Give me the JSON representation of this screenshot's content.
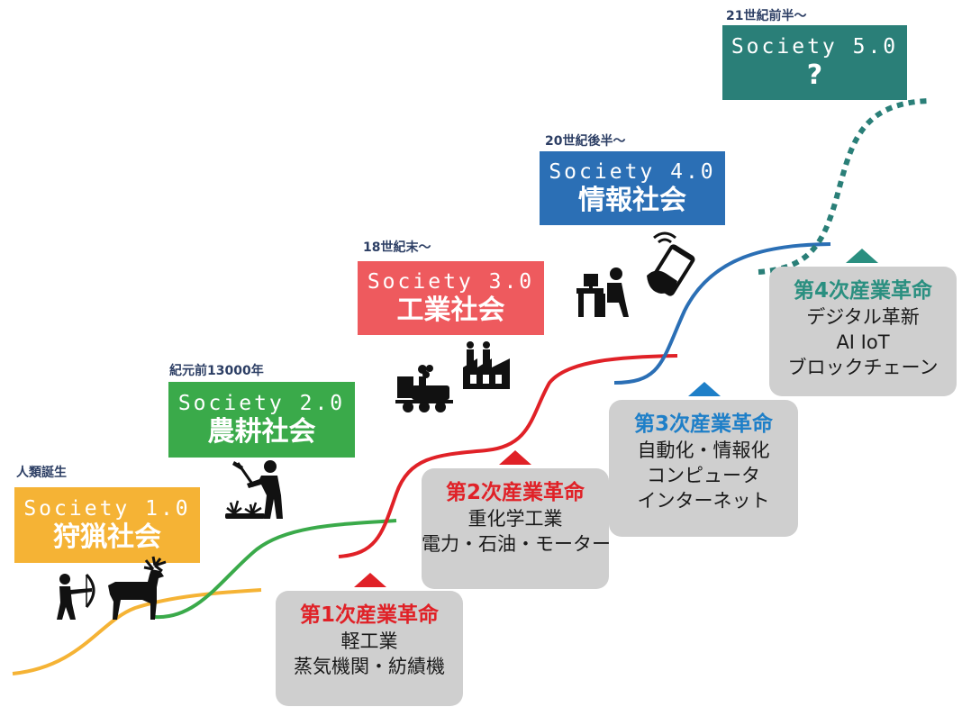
{
  "societies": [
    {
      "era": "人類誕生",
      "version": "Society 1.0",
      "name": "狩猟社会",
      "color": "#f5b335"
    },
    {
      "era": "紀元前13000年",
      "version": "Society 2.0",
      "name": "農耕社会",
      "color": "#3aaa4a"
    },
    {
      "era": "18世紀末～",
      "version": "Society 3.0",
      "name": "工業社会",
      "color": "#ee5a5e"
    },
    {
      "era": "20世紀後半～",
      "version": "Society 4.0",
      "name": "情報社会",
      "color": "#2b6fb5"
    },
    {
      "era": "21世紀前半～",
      "version": "Society 5.0",
      "name": "?",
      "color": "#2a7f78"
    }
  ],
  "revolutions": [
    {
      "title": "第1次産業革命",
      "color": "#e02127",
      "lines": [
        "軽工業",
        "蒸気機関・紡績機"
      ]
    },
    {
      "title": "第2次産業革命",
      "color": "#e02127",
      "lines": [
        "重化学工業",
        "電力・石油・モーター"
      ]
    },
    {
      "title": "第3次産業革命",
      "color": "#1e7fc8",
      "lines": [
        "自動化・情報化",
        "コンピュータ",
        "インターネット"
      ]
    },
    {
      "title": "第4次産業革命",
      "color": "#2a8f80",
      "lines": [
        "デジタル革新",
        "AI IoT",
        "ブロックチェーン"
      ]
    }
  ],
  "curve_colors": {
    "society1": "#f5b335",
    "society2": "#3aaa4a",
    "society3": "#e02127",
    "society4": "#2b6fb5",
    "society5": "#2a7f78"
  },
  "icons": [
    "hunter-icon",
    "deer-icon",
    "farmer-icon",
    "plants-icon",
    "steam-locomotive-icon",
    "factory-icon",
    "office-worker-icon",
    "smartphone-icon"
  ]
}
